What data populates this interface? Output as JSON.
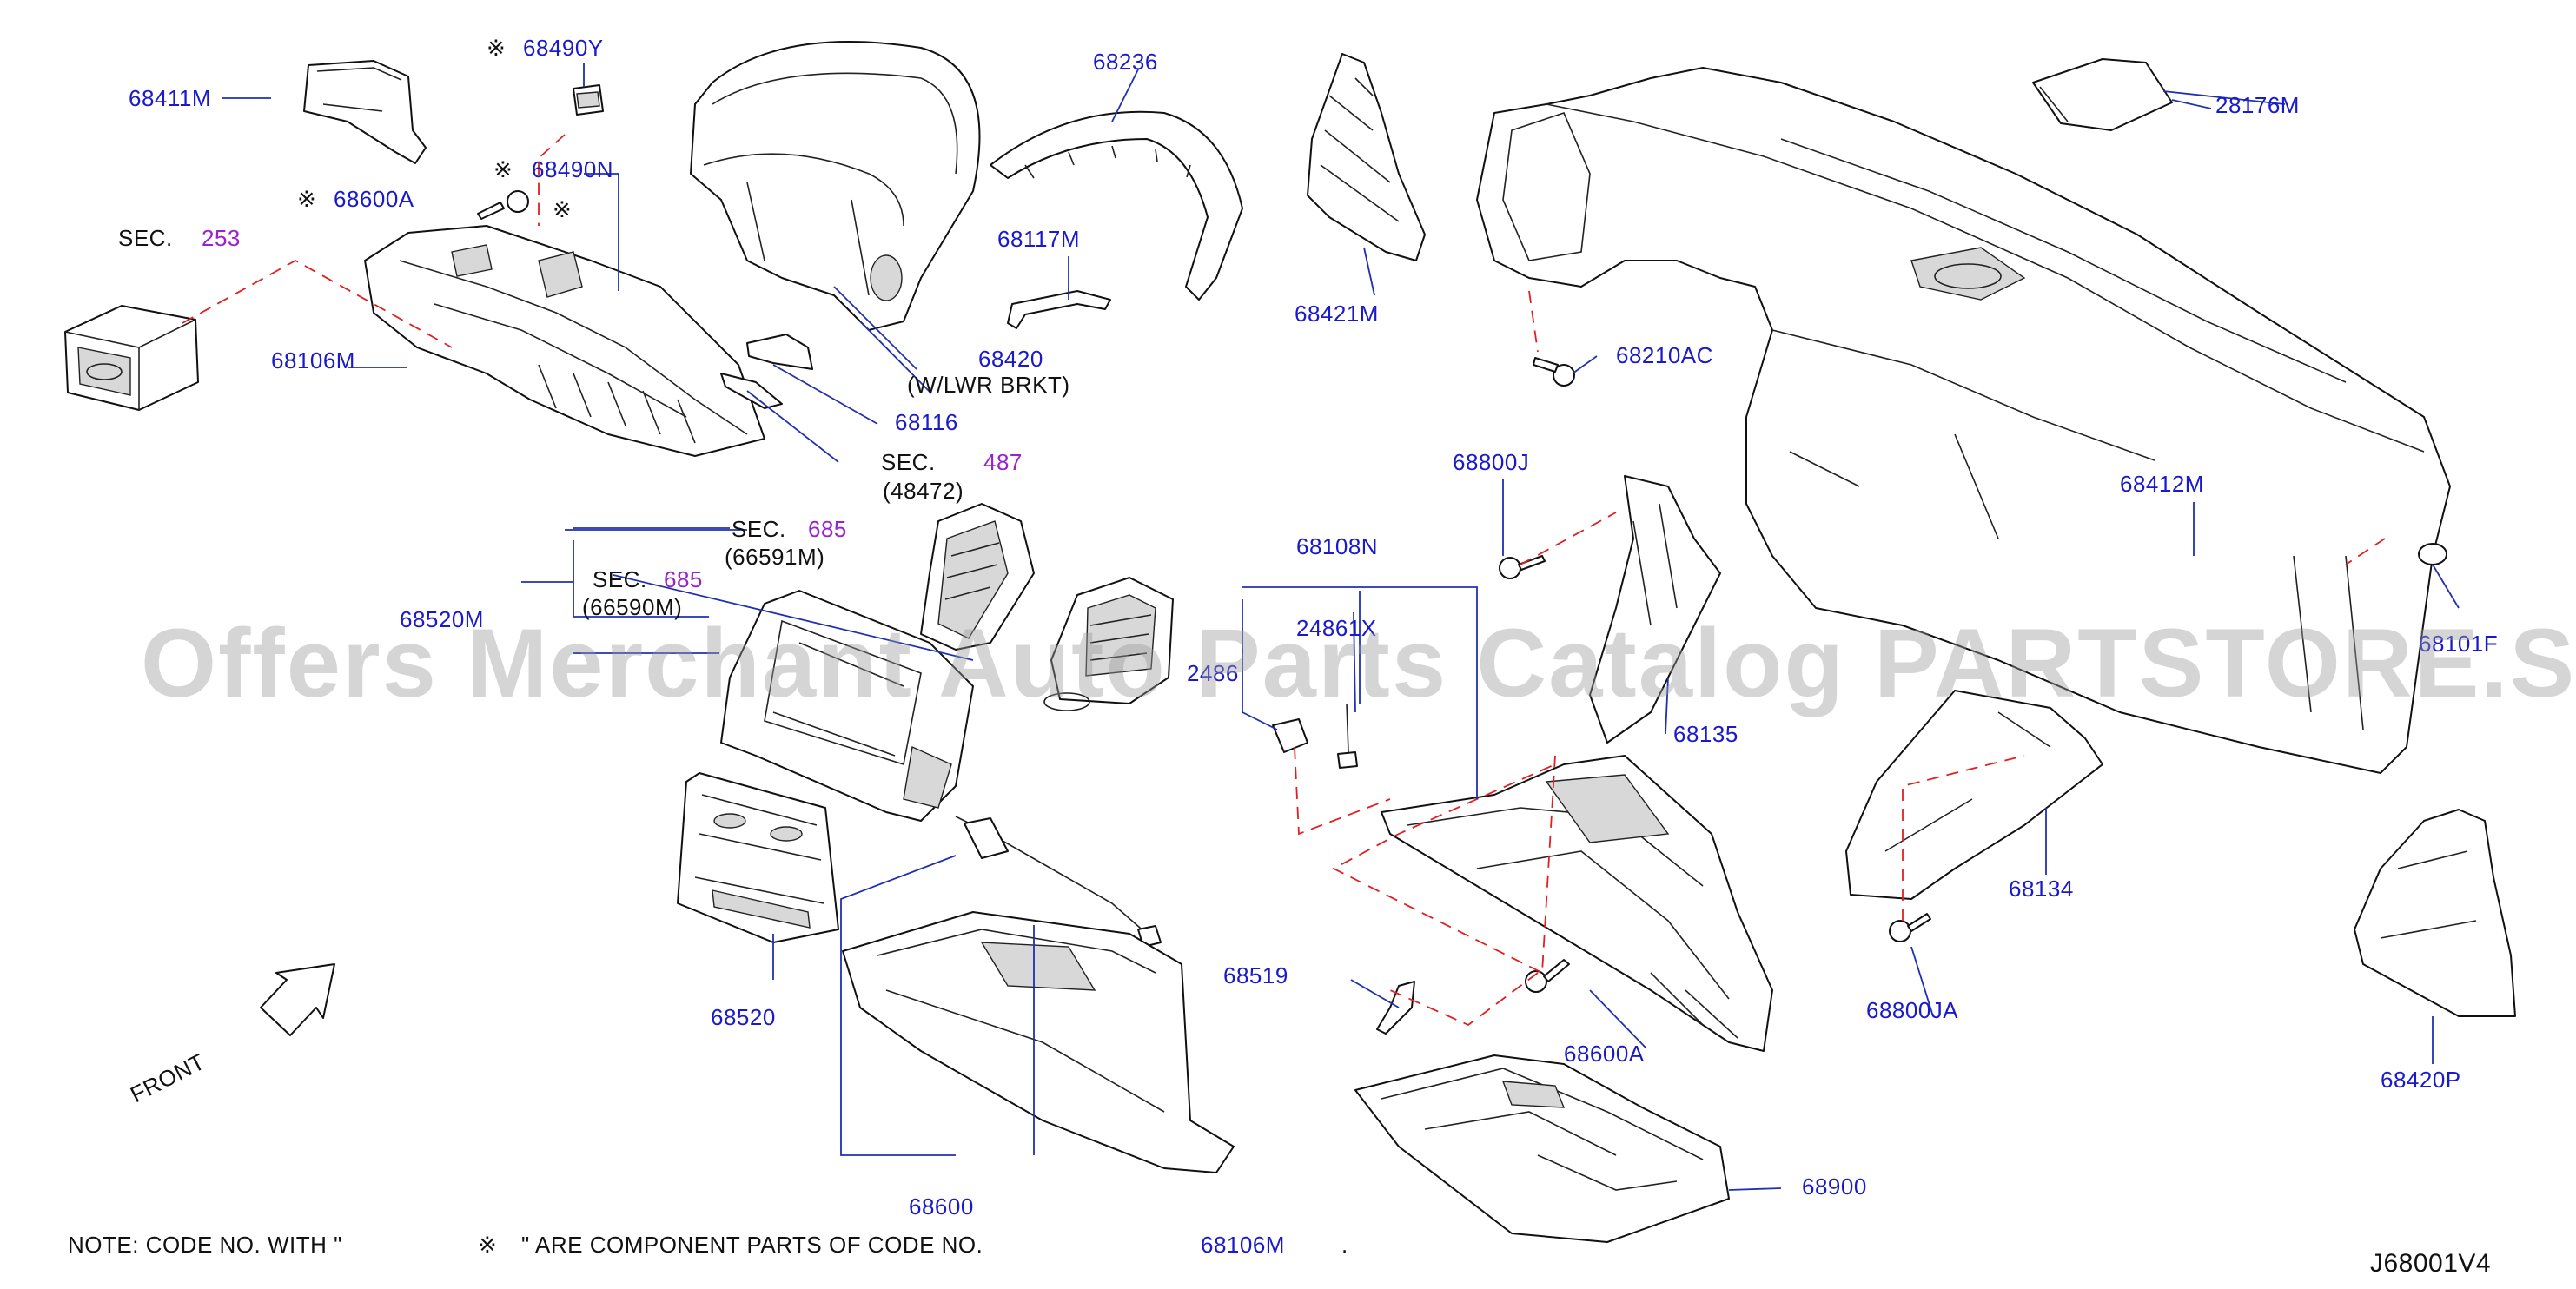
{
  "watermark": "Offers Merchant Auto Parts Catalog PARTSTORE.SA",
  "diagram_code": "J68001V4",
  "front_label": "FRONT",
  "marker_symbol": "※",
  "note": {
    "prefix": "NOTE:  CODE  NO.  WITH  \"",
    "middle": "\"  ARE  COMPONENT  PARTS  OF  CODE  NO.",
    "ref": "68106M",
    "end": "."
  },
  "labels": {
    "p68411M": "68411M",
    "p68490Y": "68490Y",
    "p68490N": "68490N",
    "p68600A_top": "68600A",
    "sec_word": "SEC.",
    "sec253": "253",
    "p68106M": "68106M",
    "p68236": "68236",
    "p68117M": "68117M",
    "p68420": "68420",
    "p68420_note": "(W/LWR  BRKT)",
    "p68116": "68116",
    "sec487": "487",
    "sec487_sub": "(48472)",
    "p68421M": "68421M",
    "p68210AC": "68210AC",
    "p28176M": "28176M",
    "p68412M": "68412M",
    "p68101F": "68101F",
    "p68800J": "68800J",
    "p68108N": "68108N",
    "p24861X": "24861X",
    "p24861X_partial": "2486",
    "p68135": "68135",
    "sec685": "685",
    "sec685_a_sub": "(66591M)",
    "sec685_b_sub": "(66590M)",
    "p68520M": "68520M",
    "p68520": "68520",
    "p68134": "68134",
    "p68800JA": "68800JA",
    "p68420P": "68420P",
    "p68519": "68519",
    "p68600A_bottom": "68600A",
    "p68600": "68600",
    "p68900": "68900"
  },
  "colors": {
    "label_blue": "#1a1acc",
    "section_purple": "#9a22cc",
    "dashed_red": "#e02020",
    "leader_blue": "#2030b0",
    "watermark_gray": "#9a9a9a"
  }
}
